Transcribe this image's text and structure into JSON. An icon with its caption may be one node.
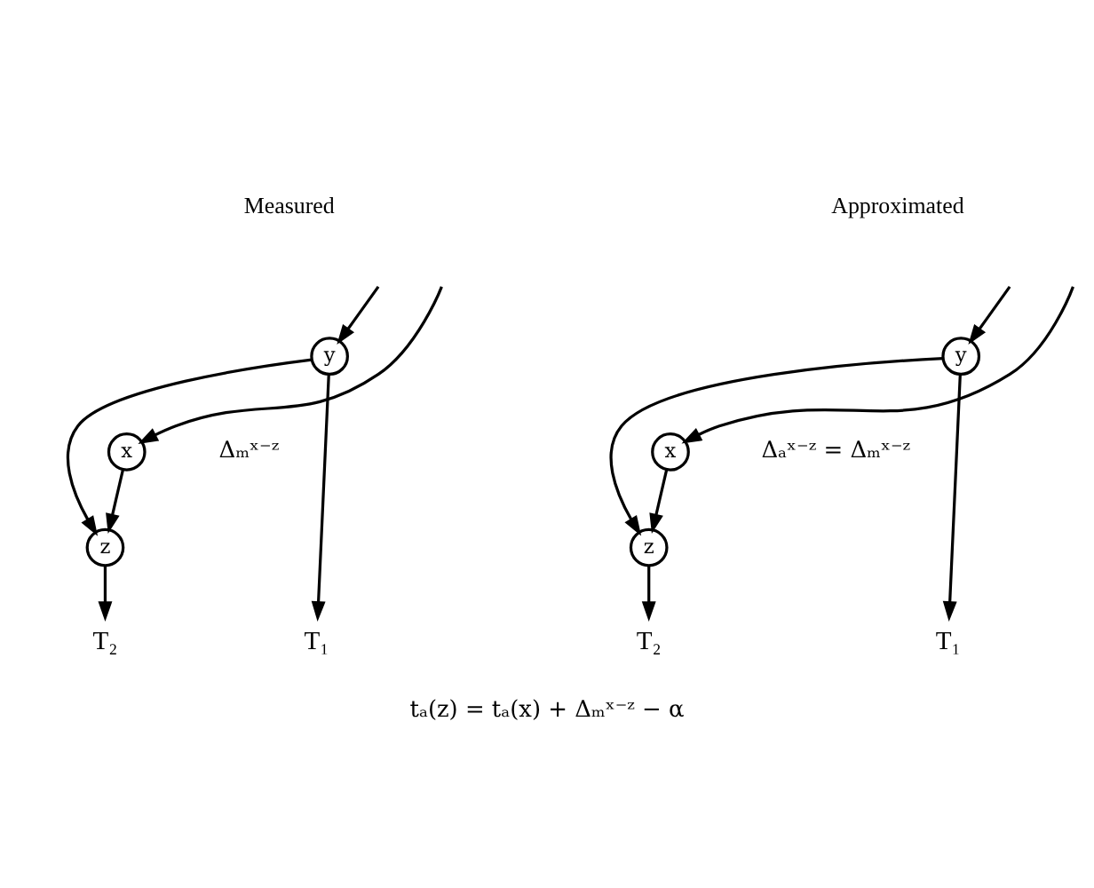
{
  "diagram": {
    "caption": "tₐ(z) = tₐ(x) + Δₘˣ⁻ᶻ − α",
    "nodes": [
      {
        "text": [
          "y"
        ]
      },
      {
        "text": [
          "x"
        ]
      },
      {
        "text": [
          "z"
        ]
      },
      {
        "text": [
          "T₁"
        ]
      },
      {
        "text": [
          "T₂"
        ]
      },
      {
        "text": [
          "y"
        ]
      },
      {
        "text": [
          "x"
        ]
      },
      {
        "text": [
          "z"
        ]
      },
      {
        "text": [
          "T₁"
        ]
      },
      {
        "text": [
          "T₂"
        ]
      }
    ],
    "edges": [
      {
        "from": null,
        "to": 0,
        "arrow": "to"
      },
      {
        "from": null,
        "to": 1,
        "arrow": "to"
      },
      {
        "from": 0,
        "to": 3,
        "arrow": "to"
      },
      {
        "from": 0,
        "to": 2,
        "arrow": "to"
      },
      {
        "from": 1,
        "to": 2,
        "arrow": "to"
      },
      {
        "from": 2,
        "to": 4,
        "arrow": "to"
      },
      {
        "from": null,
        "to": 5,
        "arrow": "to"
      },
      {
        "from": null,
        "to": 6,
        "arrow": "to"
      },
      {
        "from": 5,
        "to": 8,
        "arrow": "to"
      },
      {
        "from": 5,
        "to": 7,
        "arrow": "to"
      },
      {
        "from": 6,
        "to": 7,
        "arrow": "to"
      },
      {
        "from": 7,
        "to": 9,
        "arrow": "to"
      }
    ],
    "labels": [
      "Measured",
      "Δₘˣ⁻ᶻ",
      "Approximated",
      "Δₐˣ⁻ᶻ = Δₘˣ⁻ᶻ"
    ]
  }
}
